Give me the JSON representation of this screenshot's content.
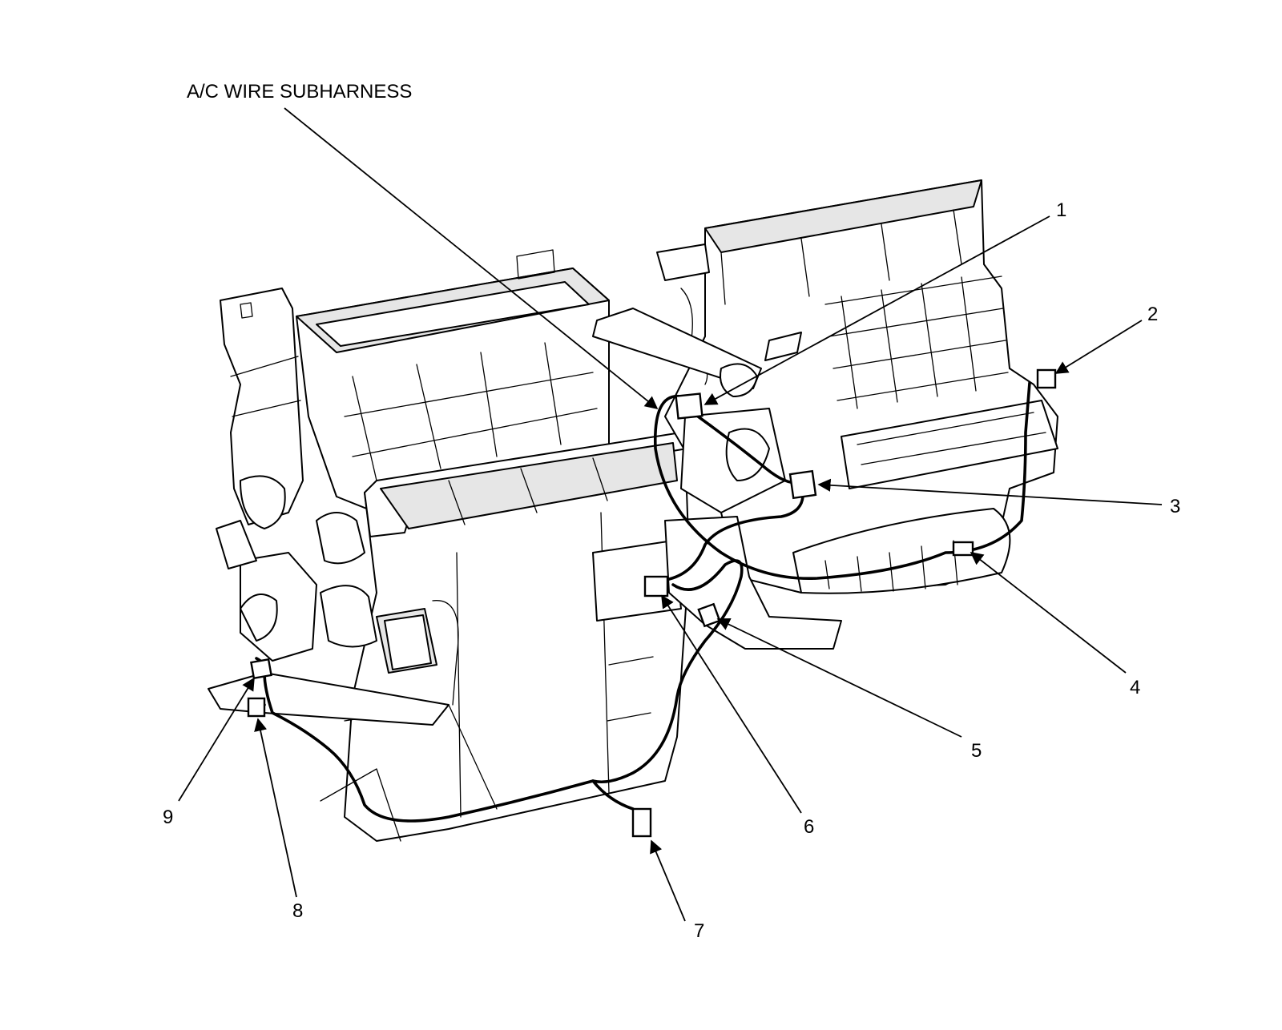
{
  "diagram": {
    "harness_label": "A/C WIRE SUBHARNESS",
    "callouts": [
      {
        "number": "1"
      },
      {
        "number": "2"
      },
      {
        "number": "3"
      },
      {
        "number": "4"
      },
      {
        "number": "5"
      },
      {
        "number": "6"
      },
      {
        "number": "7"
      },
      {
        "number": "8"
      },
      {
        "number": "9"
      }
    ]
  }
}
